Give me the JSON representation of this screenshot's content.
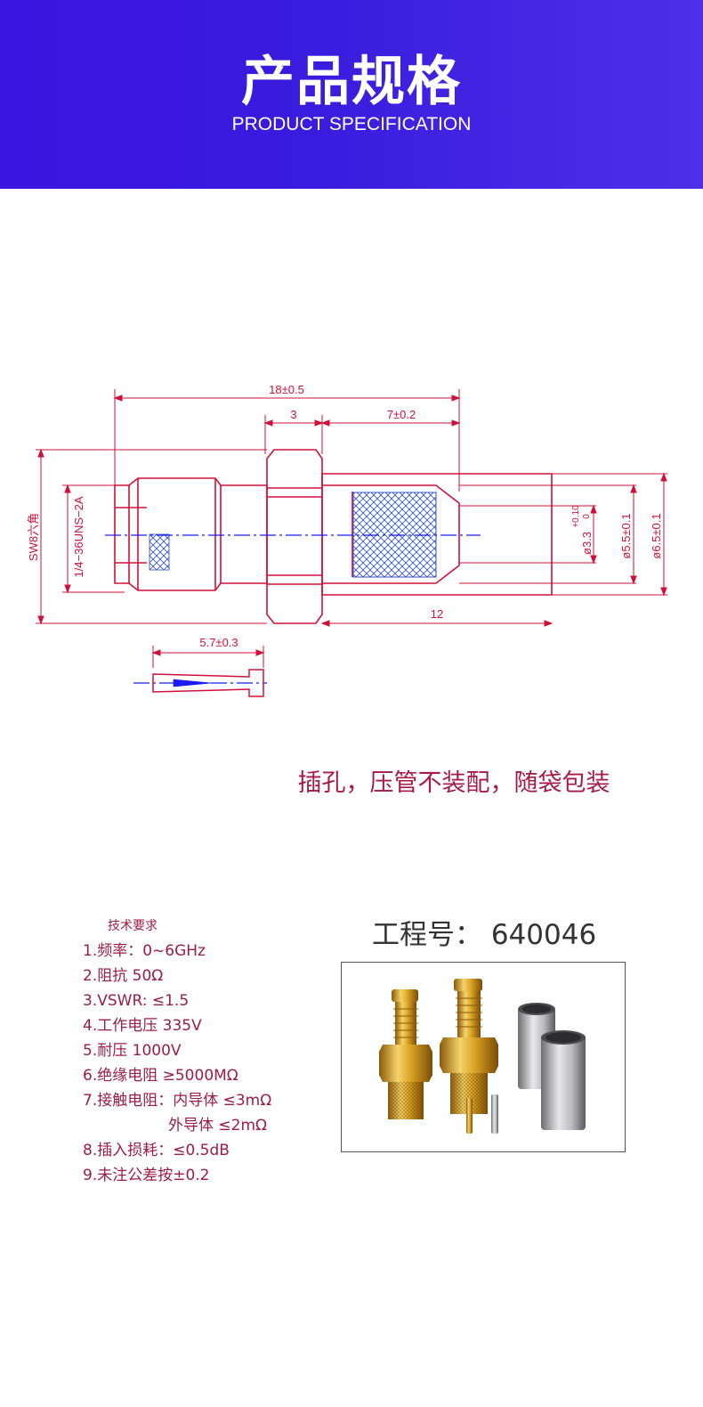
{
  "header": {
    "title": "产品规格",
    "subtitle": "PRODUCT SPECIFICATION",
    "gradient_start": "#3a14e0",
    "gradient_end": "#4e2fe8"
  },
  "drawing": {
    "dim_overall": "18±0.5",
    "dim_nut": "3",
    "dim_sleeve_inner": "7±0.2",
    "dim_sleeve_length": "12",
    "dim_hex": "SW8六角",
    "dim_thread": "1/4−36UNS−2A",
    "dim_bore": "ø3.3",
    "dim_bore_tol_upper": "+0.10",
    "dim_bore_tol_lower": "0",
    "dim_inner_dia": "ø5.5±0.1",
    "dim_outer_dia": "ø6.5±0.1",
    "dim_pin": "5.7±0.3",
    "line_color": "#d0103a",
    "axis_color": "#1a1aff",
    "hatch_color": "#3050d0"
  },
  "note": "插孔，压管不装配，随袋包装",
  "specs": {
    "heading": "技术要求",
    "items": [
      "1.频率：0~6GHz",
      "2.阻抗 50Ω",
      "3.VSWR: ≤1.5",
      "4.工作电压 335V",
      "5.耐压 1000V",
      "6.绝缘电阻 ≥5000MΩ",
      "7.接触电阻：内导体 ≤3mΩ",
      "外导体 ≤2mΩ",
      "8.插入损耗：≤0.5dB",
      "9.未注公差按±0.2"
    ],
    "text_color": "#9c1c44"
  },
  "part_number": "工程号：  640046",
  "photo": {
    "icon": "connector-product-photo",
    "gold_color": "#d9a323",
    "silver_color": "#b8b8bc"
  }
}
